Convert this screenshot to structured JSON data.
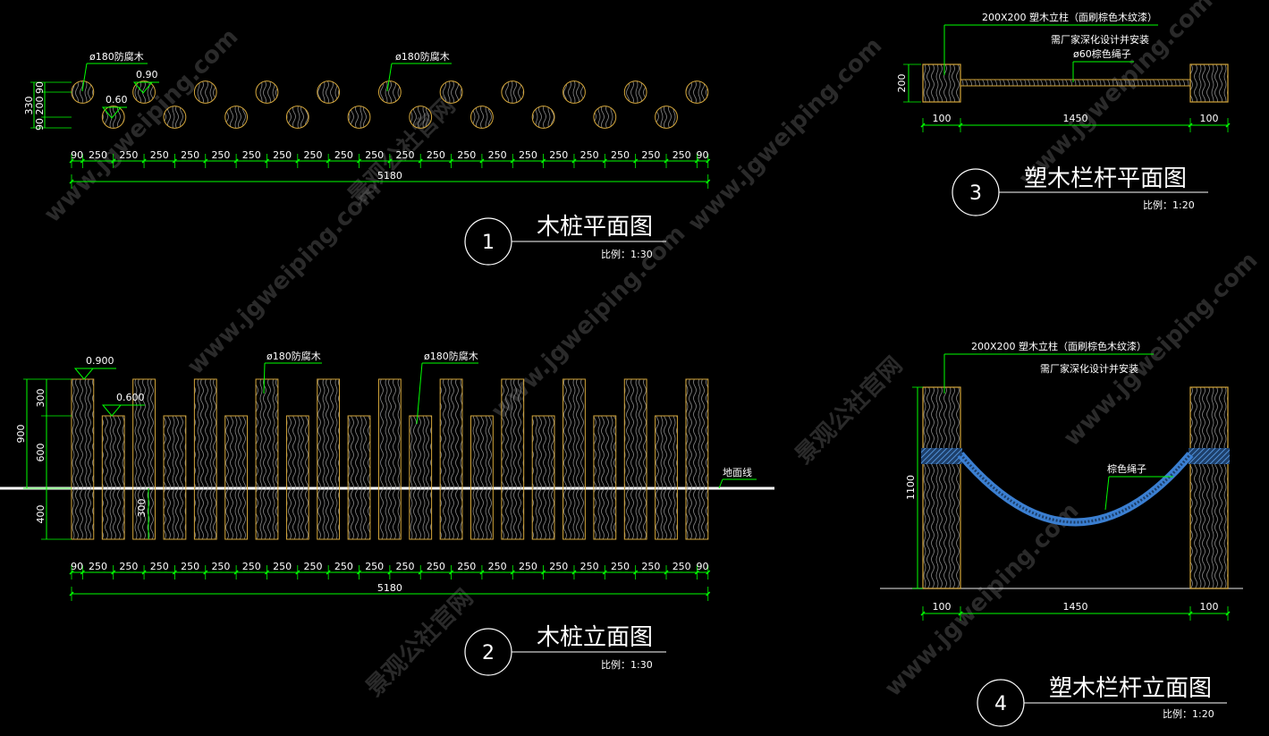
{
  "colors": {
    "background": "#000000",
    "dimension": "#00ff00",
    "post_outline": "#d4a63a",
    "ground": "#ffffff",
    "rope": "#3b7fd1",
    "text": "#ffffff"
  },
  "watermark": {
    "cn": "景观公社官网",
    "url": "www.jgweiping.com"
  },
  "view1": {
    "title": "木桩平面图",
    "number": "1",
    "scale": "比例：1:30",
    "label_left": "ø180防腐木",
    "label_right": "ø180防腐木",
    "level_high": "0.90",
    "level_low": "0.60",
    "vdims": [
      "330",
      "90",
      "200",
      "90"
    ],
    "spacing": [
      "90",
      "250",
      "250",
      "250",
      "250",
      "250",
      "250",
      "250",
      "250",
      "250",
      "250",
      "250",
      "250",
      "250",
      "250",
      "250",
      "250",
      "250",
      "250",
      "250",
      "250",
      "90"
    ],
    "total": "5180"
  },
  "view2": {
    "title": "木桩立面图",
    "number": "2",
    "scale": "比例：1:30",
    "label_left": "ø180防腐木",
    "label_right": "ø180防腐木",
    "level_high": "0.900",
    "level_low": "0.600",
    "ground_label": "地面线",
    "vdims": [
      "900",
      "300",
      "600",
      "400"
    ],
    "inner_dim": "300",
    "spacing": [
      "90",
      "250",
      "250",
      "250",
      "250",
      "250",
      "250",
      "250",
      "250",
      "250",
      "250",
      "250",
      "250",
      "250",
      "250",
      "250",
      "250",
      "250",
      "250",
      "250",
      "250",
      "90"
    ],
    "total": "5180"
  },
  "view3": {
    "title": "塑木栏杆平面图",
    "number": "3",
    "scale": "比例：1:20",
    "note1": "200X200 塑木立柱（面刷棕色木纹漆）",
    "note2": "需厂家深化设计并安装",
    "note3": "ø60棕色绳子",
    "vdim": "200",
    "spacing": [
      "100",
      "1450",
      "100"
    ]
  },
  "view4": {
    "title": "塑木栏杆立面图",
    "number": "4",
    "scale": "比例：1:20",
    "note1": "200X200 塑木立柱（面刷棕色木纹漆）",
    "note2": "需厂家深化设计并安装",
    "note3": "棕色绳子",
    "vdim": "1100",
    "spacing": [
      "100",
      "1450",
      "100"
    ]
  }
}
